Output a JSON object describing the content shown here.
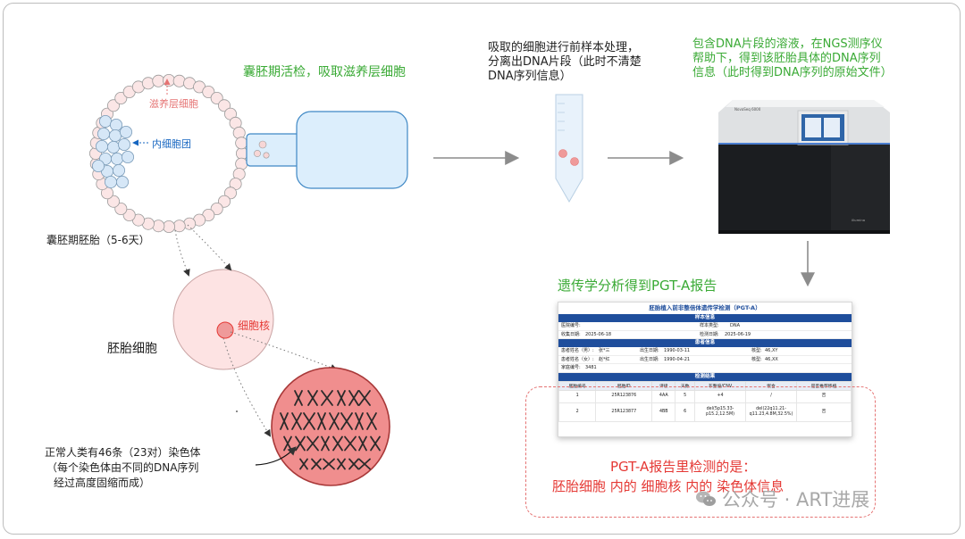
{
  "labels": {
    "biopsy": "囊胚期活检，吸取滋养层细胞",
    "trophectoderm": "滋养层细胞",
    "inner_cell_mass": "内细胞团",
    "blastocyst": "囊胚期胚胎（5-6天）",
    "embryo_cell": "胚胎细胞",
    "nucleus": "细胞核",
    "chromosome_note_1": "正常人类有46条（23对）染色体",
    "chromosome_note_2": "（每个染色体由不同的DNA序列",
    "chromosome_note_3": "经过高度固缩而成）",
    "pretreat_1": "吸取的细胞进行前样本处理，",
    "pretreat_2": "分离出DNA片段（此时不清楚",
    "pretreat_3": "DNA序列信息）",
    "ngs_1": "包含DNA片段的溶液，在NGS测序仪",
    "ngs_2": "帮助下，得到该胚胎具体的DNA序列",
    "ngs_3": "信息（此时得到DNA序列的原始文件）",
    "analysis": "遗传学分析得到PGT-A报告",
    "report_detects_1": "PGT-A报告里检测的是：",
    "report_detects_2": "胚胎细胞  内的  细胞核  内的  染色体信息"
  },
  "report": {
    "title": "胚胎植入前非整倍体遗传学检测（PGT-A）",
    "sample_section": "样本信息",
    "hospital_label": "医院编号:",
    "sample_type_label": "样本类型:",
    "sample_type": "DNA",
    "received_label": "收集日期:",
    "received_date": "2025-06-18",
    "tested_label": "检测日期:",
    "tested_date": "2025-06-19",
    "patient_section": "患者信息",
    "male_label": "患者姓名（男）:",
    "male_name": "张*三",
    "birth_label_1": "出生日期:",
    "birth_date_1": "1990-03-11",
    "karyotype_label_1": "核型:",
    "karyotype_1": "46,XY",
    "female_label": "患者姓名（女）:",
    "female_name": "赵*红",
    "birth_label_2": "出生日期:",
    "birth_date_2": "1990-04-21",
    "karyotype_label_2": "核型:",
    "karyotype_2": "46,XX",
    "family_label": "家庭编号:",
    "family_id": "3481",
    "result_section": "检测结果",
    "columns": [
      "胚胎编号",
      "胚胎ID",
      "评级",
      "天数",
      "非整倍/CNV",
      "嵌合",
      "是否推荐移植"
    ],
    "rows": [
      [
        "1",
        "25R123876",
        "4AA",
        "5",
        "+4",
        "/",
        "否"
      ],
      [
        "2",
        "25R123877",
        "4BB",
        "6",
        "del(5p15.33-p15.2,12.5M)",
        "del(22q11.21-q11.23,4.8M,32.5%)",
        "否"
      ]
    ]
  },
  "sequencer": {
    "brand": "NovaSeq 6000",
    "vendor": "illumina"
  },
  "watermark": "公众号 · ART进展",
  "colors": {
    "green": "#3aaa35",
    "red": "#e53935",
    "pink": "#e57373",
    "blue": "#1565c0",
    "cell_fill": "#fde3e3",
    "nucleus_fill": "#ef9a9a",
    "report_blue": "#1f4e9c"
  }
}
